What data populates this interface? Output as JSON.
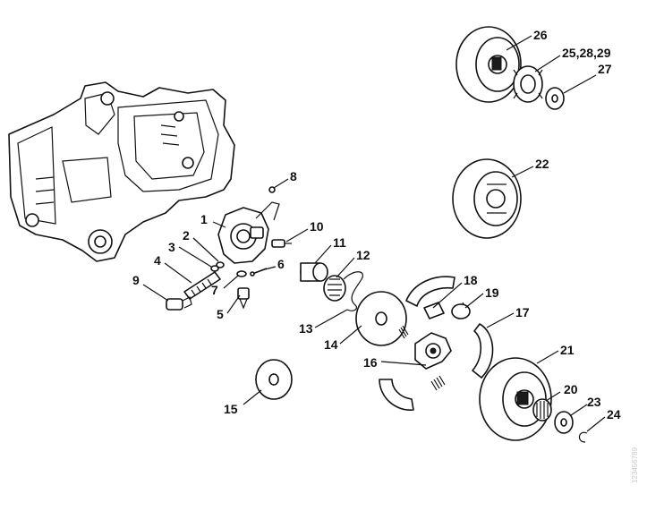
{
  "diagram": {
    "callouts": [
      "26",
      "25,28,29",
      "27",
      "22",
      "8",
      "1",
      "10",
      "2",
      "3",
      "11",
      "12",
      "4",
      "6",
      "9",
      "7",
      "5",
      "13",
      "18",
      "19",
      "14",
      "17",
      "16",
      "21",
      "15",
      "20",
      "23",
      "24"
    ],
    "watermark": "123456789"
  }
}
